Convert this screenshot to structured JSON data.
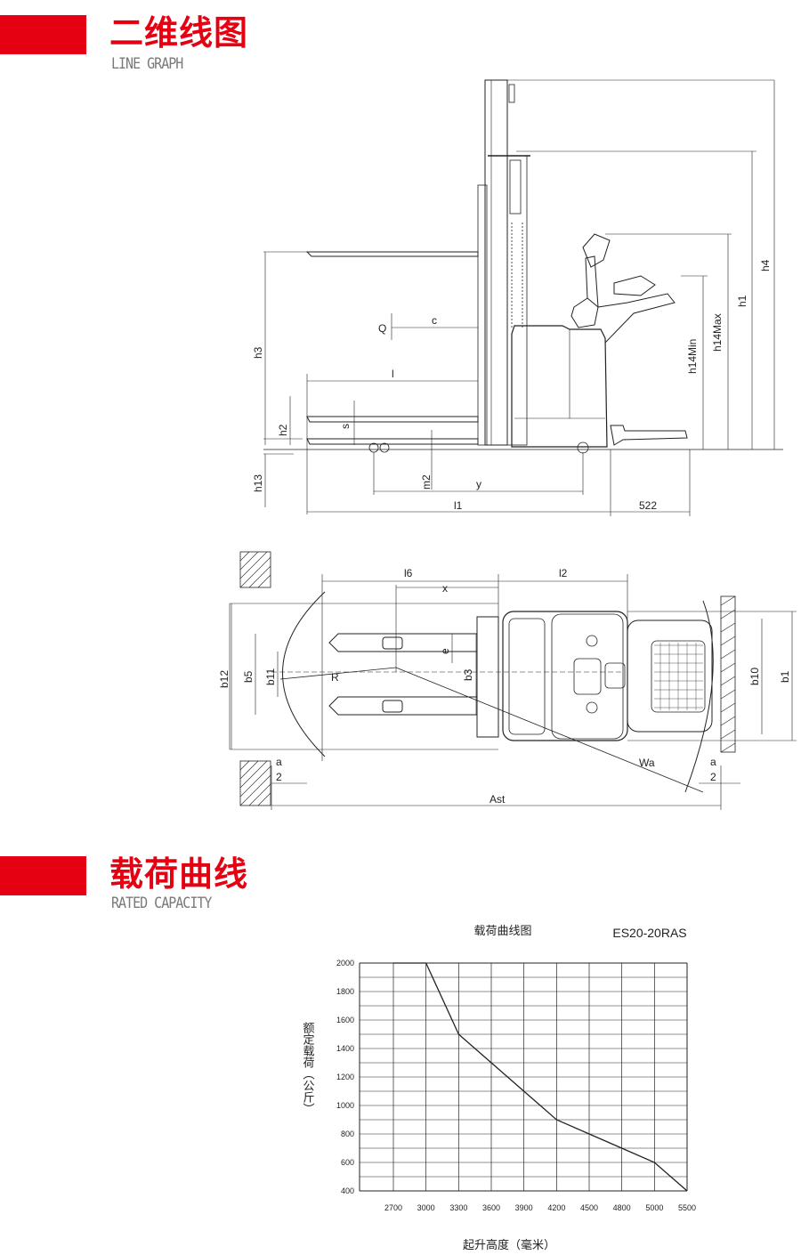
{
  "sections": {
    "line_graph": {
      "title": "二维线图",
      "subtitle": "LINE GRAPH"
    },
    "rated_capacity": {
      "title": "载荷曲线",
      "subtitle": "RATED CAPACITY"
    }
  },
  "side_view": {
    "labels": {
      "Q": "Q",
      "c": "c",
      "l": "l",
      "s": "s",
      "h1": "h1",
      "h2": "h2",
      "h3": "h3",
      "h4": "h4",
      "h13": "h13",
      "h14min": "h14Min",
      "h14max": "h14Max",
      "m2": "m2",
      "y": "y",
      "l1": "l1",
      "dim522": "522"
    }
  },
  "top_view": {
    "labels": {
      "l6": "l6",
      "l2": "l2",
      "x": "x",
      "e": "e",
      "R": "R",
      "b12": "b12",
      "b5": "b5",
      "b11": "b11",
      "b3": "b3",
      "b10": "b10",
      "b1": "b1",
      "Wa": "Wa",
      "a_left": "a",
      "two_left": "2",
      "a_right": "a",
      "two_right": "2",
      "Ast": "Ast"
    }
  },
  "chart_data": {
    "type": "line",
    "title": "载荷曲线图",
    "model": "ES20-20RAS",
    "xlabel": "起升高度（毫米）",
    "ylabel": "额定载荷（公斤）",
    "x_ticks": [
      "2700",
      "3000",
      "3300",
      "3600",
      "3900",
      "4200",
      "4500",
      "4800",
      "5000",
      "5500"
    ],
    "y_ticks": [
      "2000",
      "1800",
      "1600",
      "1400",
      "1200",
      "1000",
      "800",
      "600",
      "400"
    ],
    "series": [
      {
        "points": [
          {
            "x": "2700",
            "y": 2000
          },
          {
            "x": "3000",
            "y": 2000
          },
          {
            "x": "3300",
            "y": 1500
          },
          {
            "x": "3600",
            "y": 1300
          },
          {
            "x": "3900",
            "y": 1100
          },
          {
            "x": "4200",
            "y": 900
          },
          {
            "x": "4500",
            "y": 800
          },
          {
            "x": "4800",
            "y": 700
          },
          {
            "x": "5000",
            "y": 600
          },
          {
            "x": "5500",
            "y": 400
          }
        ]
      }
    ],
    "grid": true,
    "color": "#222222"
  }
}
